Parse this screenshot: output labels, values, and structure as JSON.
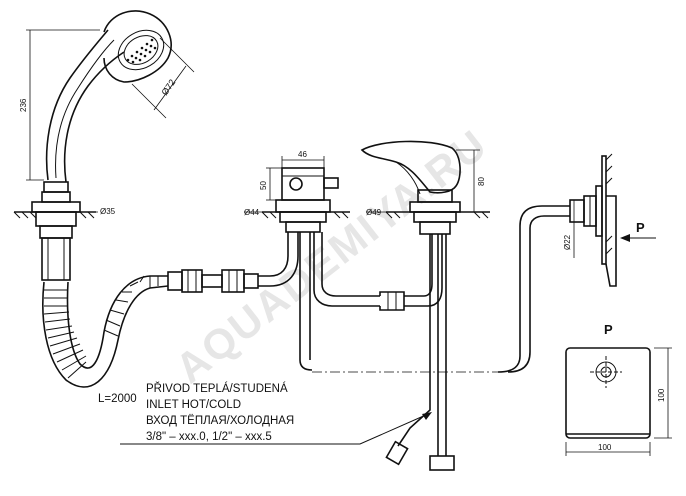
{
  "watermark": "AQUADEMIYA.RU",
  "dimensions": {
    "shower_height": "236",
    "shower_diameter": "Ø72",
    "shower_holder_diameter": "Ø35",
    "hose_length": "L=2000",
    "valve_width": "46",
    "valve_height": "50",
    "valve_base_diameter": "Ø44",
    "spout_base_diameter": "Ø49",
    "spout_height": "80",
    "wall_connector_diameter": "Ø22",
    "detail_width": "100",
    "detail_height": "100"
  },
  "labels": {
    "view_arrow": "P",
    "detail_title": "P"
  },
  "callout": {
    "line1": "PŘIVOD TEPLÁ/STUDENÁ",
    "line2": "INLET HOT/COLD",
    "line3": "ВХОД ТЁПЛАЯ/ХОЛОДНАЯ",
    "line4": "3/8\" – xxx.0, 1/2\" – xxx.5"
  }
}
